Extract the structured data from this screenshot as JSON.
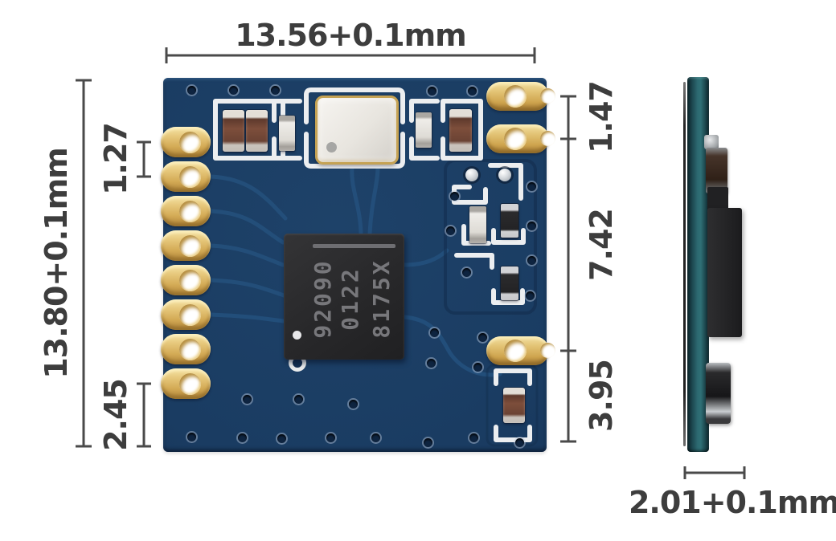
{
  "dimensions": {
    "width": "13.56+0.1mm",
    "height": "13.80+0.1mm",
    "pin_pitch": "1.27",
    "pin_bottom_offset": "2.45",
    "right_top": "1.47",
    "right_middle": "7.42",
    "right_bottom": "3.95",
    "thickness": "2.01+0.1mm"
  },
  "chip_marking": {
    "lines": [
      "92090",
      "0122",
      "8175X"
    ]
  },
  "board": {
    "left_pin_count": 8,
    "right_pad_count": 3,
    "colors": {
      "pcb_front": "#1a3c62",
      "pcb_side_edge": "#2d6a71",
      "gold_pad": "#d4ab56",
      "silkscreen": "#eceef0",
      "trace": "#24507c",
      "chip_body": "#28282a",
      "chip_text": "#77777b",
      "dimension_ink": "#3d3d3d"
    }
  }
}
